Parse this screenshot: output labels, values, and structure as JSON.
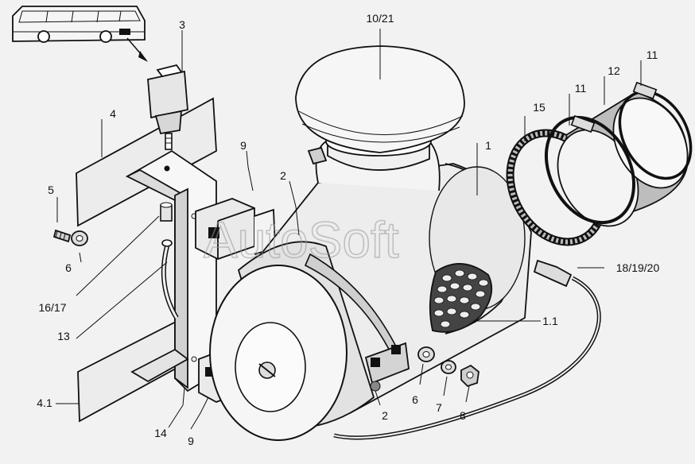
{
  "watermark": "AutoSoft",
  "labels": {
    "l_10_21": "10/21",
    "l_3": "3",
    "l_11a": "11",
    "l_12": "12",
    "l_11b": "11",
    "l_15": "15",
    "l_1": "1",
    "l_4": "4",
    "l_9a": "9",
    "l_2a": "2",
    "l_5": "5",
    "l_6a": "6",
    "l_16_17": "16/17",
    "l_18_19_20": "18/19/20",
    "l_13": "13",
    "l_1_1": "1.1",
    "l_4_1": "4.1",
    "l_6b": "6",
    "l_7": "7",
    "l_8": "8",
    "l_2b": "2",
    "l_14": "14",
    "l_9b": "9"
  },
  "colors": {
    "background": "#f2f2f2",
    "line": "#111111",
    "shade": "#d9d9d9",
    "body": "#ebebeb"
  }
}
